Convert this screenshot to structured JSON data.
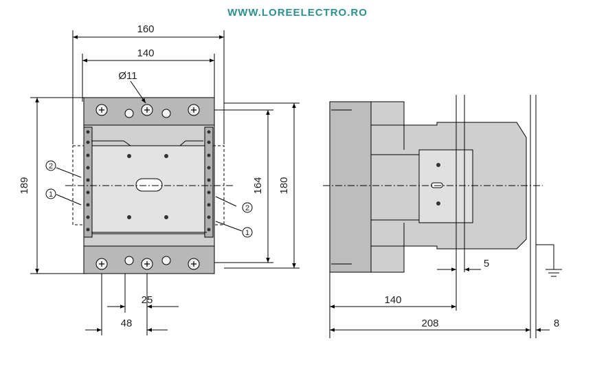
{
  "header": {
    "url": "WWW.LOREELECTRO.RO"
  },
  "colors": {
    "housing": "#cfcfcf",
    "housing_dark": "#9a9a9a",
    "line": "#000000",
    "url": "#2e8f8f"
  },
  "front_view": {
    "dims": {
      "width_outer": "160",
      "width_inner": "140",
      "hole": "Ø11",
      "height_total": "189",
      "height_inner": "164",
      "height_mount": "180",
      "terminal_spacing": "25",
      "terminal_offset": "48"
    },
    "callouts": {
      "c1": "1",
      "c2": "2"
    }
  },
  "side_view": {
    "dims": {
      "depth_mount": "140",
      "depth_total": "208",
      "rail_thickness": "5",
      "ground_gap": "8"
    }
  }
}
